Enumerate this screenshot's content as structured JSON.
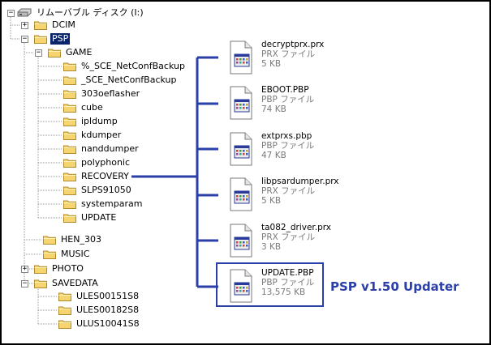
{
  "tree": {
    "root": {
      "label": "リムーバブル ディスク (I:)",
      "expander": "−"
    },
    "items": [
      {
        "label": "DCIM",
        "expander": "+"
      },
      {
        "label": "PSP",
        "expander": "−"
      },
      {
        "label": "GAME",
        "expander": "−"
      },
      {
        "label": "%_SCE_NetConfBackup"
      },
      {
        "label": "_SCE_NetConfBackup"
      },
      {
        "label": "303oeflasher"
      },
      {
        "label": "cube"
      },
      {
        "label": "ipldump"
      },
      {
        "label": "kdumper"
      },
      {
        "label": "nanddumper"
      },
      {
        "label": "polyphonic"
      },
      {
        "label": "RECOVERY"
      },
      {
        "label": "SLPS91050"
      },
      {
        "label": "systemparam"
      },
      {
        "label": "UPDATE"
      },
      {
        "label": "HEN_303"
      },
      {
        "label": "MUSIC"
      },
      {
        "label": "PHOTO",
        "expander": "+"
      },
      {
        "label": "SAVEDATA",
        "expander": "−"
      },
      {
        "label": "ULES00151S8"
      },
      {
        "label": "ULES00182S8"
      },
      {
        "label": "ULUS10041S8"
      }
    ]
  },
  "files": [
    {
      "name": "decryptprx.prx",
      "type": "PRX ファイル",
      "size": "5 KB"
    },
    {
      "name": "EBOOT.PBP",
      "type": "PBP ファイル",
      "size": "74 KB"
    },
    {
      "name": "extprxs.pbp",
      "type": "PBP ファイル",
      "size": "47 KB"
    },
    {
      "name": "libpsardumper.prx",
      "type": "PRX ファイル",
      "size": "5 KB"
    },
    {
      "name": "ta082_driver.prx",
      "type": "PRX ファイル",
      "size": "3 KB"
    },
    {
      "name": "UPDATE.PBP",
      "type": "PBP ファイル",
      "size": "13,575 KB"
    }
  ],
  "caption": "PSP v1.50 Updater",
  "colors": {
    "accent": "#2b3fa8",
    "selection": "#0a246a",
    "folder": "#f6d470"
  }
}
